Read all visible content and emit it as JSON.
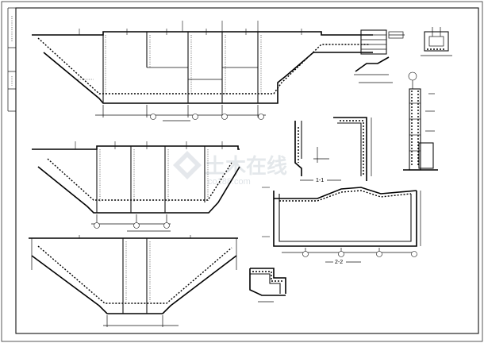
{
  "section_1_label": "1-1",
  "section_2_label": "2-2",
  "watermark": {
    "brand": "土木在线",
    "url": "co188.com"
  },
  "colors": {
    "ink": "#000000",
    "paper": "#ffffff",
    "watermark": "#cfd6dc"
  }
}
